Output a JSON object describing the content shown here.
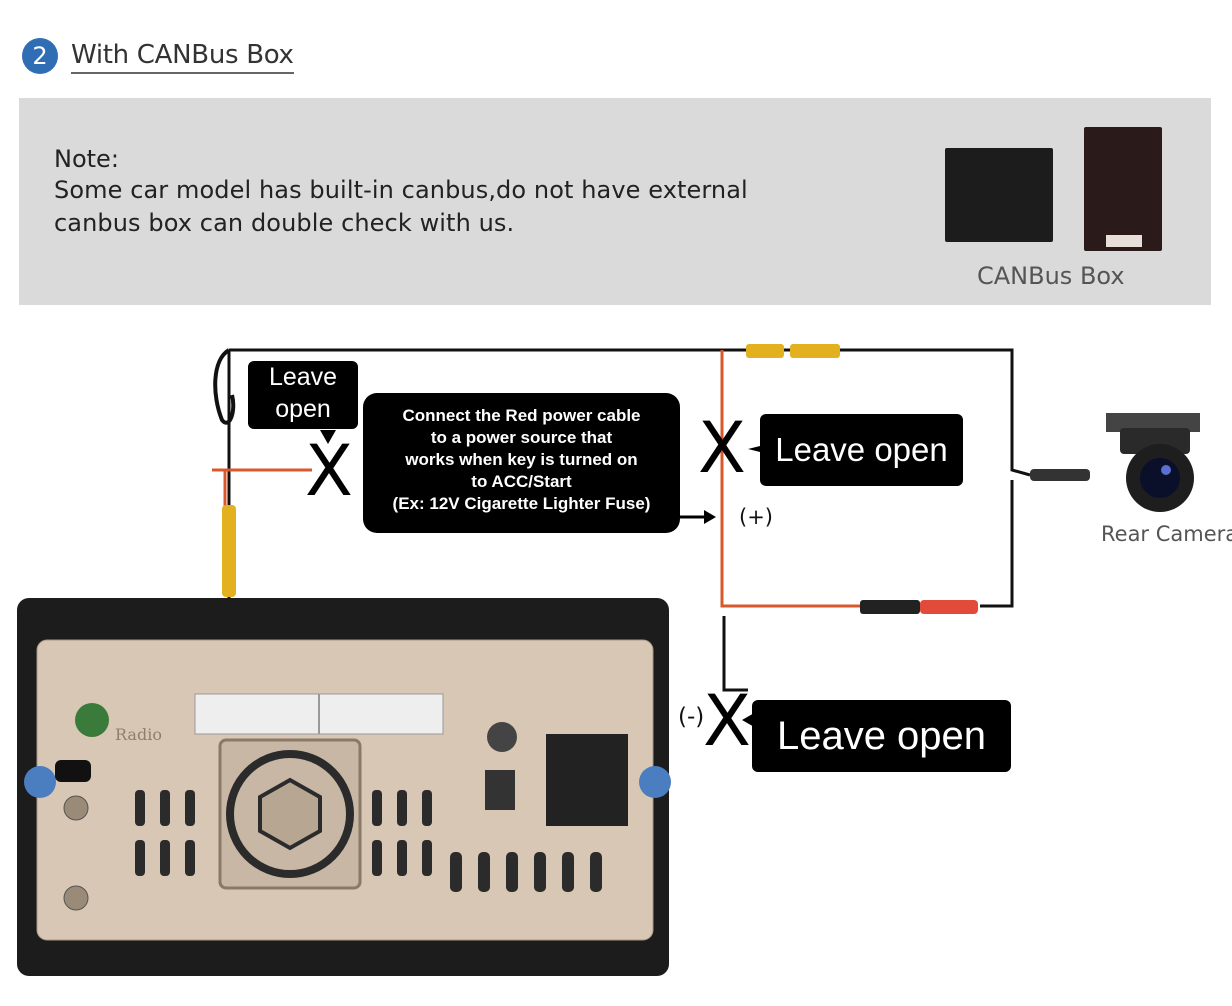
{
  "header": {
    "step_number": "2",
    "title": "With CANBus Box"
  },
  "note": {
    "heading": "Note:",
    "line1": "Some car model has built-in canbus,do not have external",
    "line2": "canbus box can double check with us."
  },
  "canbus_box_label": "CANBus Box",
  "callouts": {
    "leave_open_top": [
      "Leave",
      "open"
    ],
    "connect_power": [
      "Connect the Red power cable",
      "to a power source that",
      "works when key is turned on",
      "to ACC/Start",
      "(Ex: 12V Cigarette Lighter Fuse)"
    ],
    "leave_open_mid": "Leave open",
    "leave_open_bottom": "Leave open"
  },
  "marks": {
    "x": "X",
    "positive": "(+)",
    "negative": "(-)"
  },
  "rear_camera_label": "Rear Camera",
  "head_unit_label": "Radio",
  "colors": {
    "badge": "#2f6db5",
    "callout_bg": "#000000",
    "power_wire": "#d8582e",
    "video_connector": "#e3b020",
    "panel_bg": "#dadada"
  }
}
